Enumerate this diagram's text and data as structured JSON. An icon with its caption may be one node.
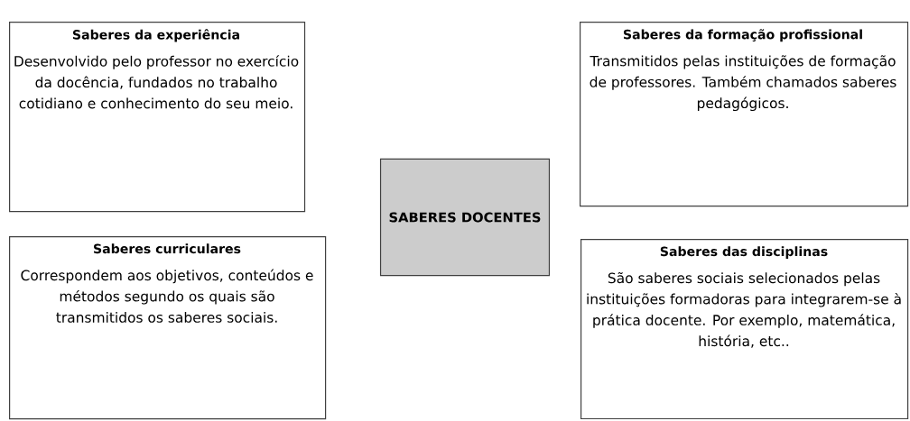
{
  "diagram": {
    "nodes": [
      {
        "text": [
          "Saberes da experiência",
          "Desenvolvido pelo professor no exercício da docência, fundados no trabalho cotidiano e conhecimento do seu meio."
        ]
      },
      {
        "text": [
          "Saberes da formação profissional",
          "Transmitidos pelas instituições de formação de professores. Também chamados saberes pedagógicos."
        ]
      },
      {
        "text": [
          "SABERES DOCENTES"
        ]
      },
      {
        "text": [
          "Saberes curriculares",
          "Correspondem aos objetivos, conteúdos e métodos segundo os quais são transmitidos os saberes sociais."
        ]
      },
      {
        "text": [
          "Saberes das disciplinas",
          "São saberes sociais selecionados pelas instituições formadoras para integrarem-se à prática docente. Por exemplo, matemática, história, etc.."
        ]
      }
    ]
  }
}
